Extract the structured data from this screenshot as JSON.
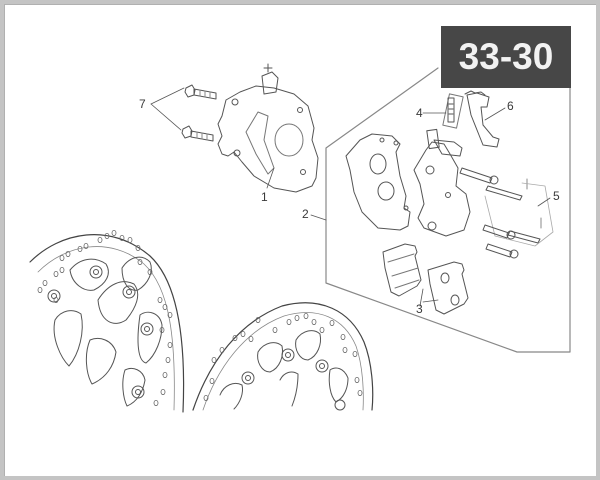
{
  "page": {
    "type": "exploded parts diagram",
    "subject": "front brake caliper assembly and brake discs"
  },
  "badge": {
    "label": "33-30",
    "background": "#474747",
    "text_color": "#f2f2f2"
  },
  "callouts": [
    {
      "id": "1",
      "label": "1",
      "part": "brake-caliper"
    },
    {
      "id": "2",
      "label": "2",
      "part": "caliper-kit-group"
    },
    {
      "id": "3",
      "label": "3",
      "part": "brake-pads"
    },
    {
      "id": "4",
      "label": "4",
      "part": "bleed-valve"
    },
    {
      "id": "5",
      "label": "5",
      "part": "pad-pins"
    },
    {
      "id": "6",
      "label": "6",
      "part": "pad-spring"
    },
    {
      "id": "7",
      "label": "7",
      "part": "caliper-mounting-screws"
    }
  ],
  "colors": {
    "frame_border": "#c4c4c4",
    "line_art": "#555555",
    "background": "#ffffff"
  }
}
